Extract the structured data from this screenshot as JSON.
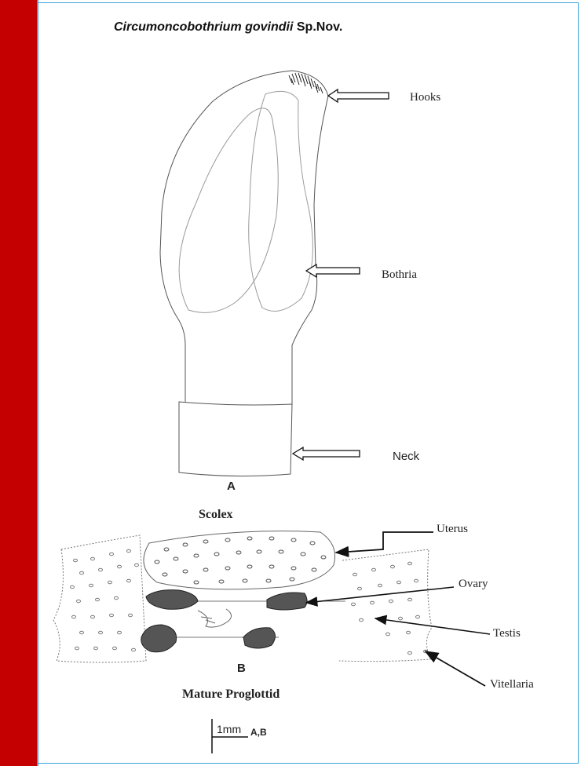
{
  "title": {
    "species": "Circumoncobothrium govindii",
    "suffix": " Sp.Nov."
  },
  "labels": {
    "hooks": "Hooks",
    "bothria": "Bothria",
    "neck": "Neck",
    "uterus": "Uterus",
    "ovary": "Ovary",
    "testis": "Testis",
    "vitellaria": "Vitellaria"
  },
  "panels": {
    "a_letter": "A",
    "a_caption": "Scolex",
    "b_letter": "B",
    "b_caption": "Mature Proglottid"
  },
  "scale_bar": {
    "length": "1mm",
    "applies_to": "A,B"
  },
  "colors": {
    "sidebar": "#c40000",
    "frame": "#3aa6e0"
  }
}
